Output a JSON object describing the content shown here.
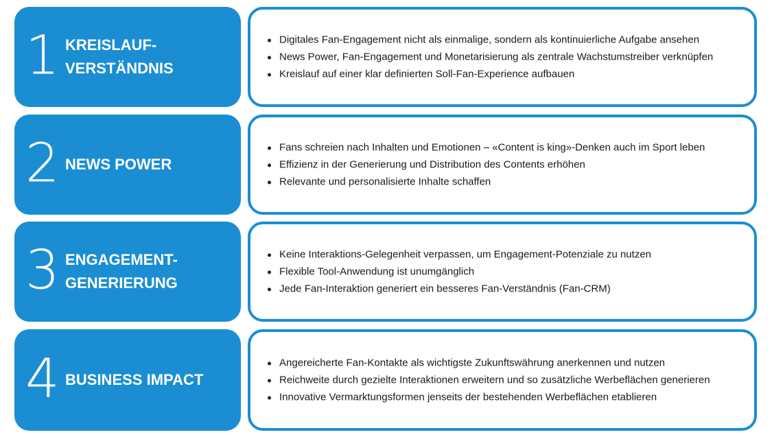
{
  "colors": {
    "accent": "#1b8ed3",
    "text": "#1a1a1a",
    "box_text": "#ffffff"
  },
  "rows": [
    {
      "number": "1",
      "title": "KREISLAUF-\nVERSTÄNDNIS",
      "bullets": [
        "Digitales Fan-Engagement nicht als einmalige, sondern als kontinuierliche Aufgabe ansehen",
        "News Power, Fan-Engagement und Monetarisierung als zentrale Wachstumstreiber verknüpfen",
        "Kreislauf auf einer klar definierten Soll-Fan-Experience aufbauen"
      ]
    },
    {
      "number": "2",
      "title": "NEWS POWER",
      "bullets": [
        "Fans schreien nach Inhalten und Emotionen – «Content is king»-Denken auch im Sport leben",
        "Effizienz in der Generierung und Distribution des Contents erhöhen",
        "Relevante und personalisierte Inhalte schaffen"
      ]
    },
    {
      "number": "3",
      "title": "ENGAGEMENT-\nGENERIERUNG",
      "bullets": [
        "Keine Interaktions-Gelegenheit verpassen, um Engagement-Potenziale zu nutzen",
        "Flexible Tool-Anwendung ist unumgänglich",
        "Jede Fan-Interaktion generiert ein besseres Fan-Verständnis (Fan-CRM)"
      ]
    },
    {
      "number": "4",
      "title": "BUSINESS IMPACT",
      "bullets": [
        "Angereicherte Fan-Kontakte als wichtigste Zukunftswährung anerkennen und nutzen",
        "Reichweite durch gezielte Interaktionen erweitern und so zusätzliche Werbeflächen generieren",
        "Innovative Vermarktungsformen jenseits der bestehenden Werbeflächen etablieren"
      ]
    }
  ]
}
